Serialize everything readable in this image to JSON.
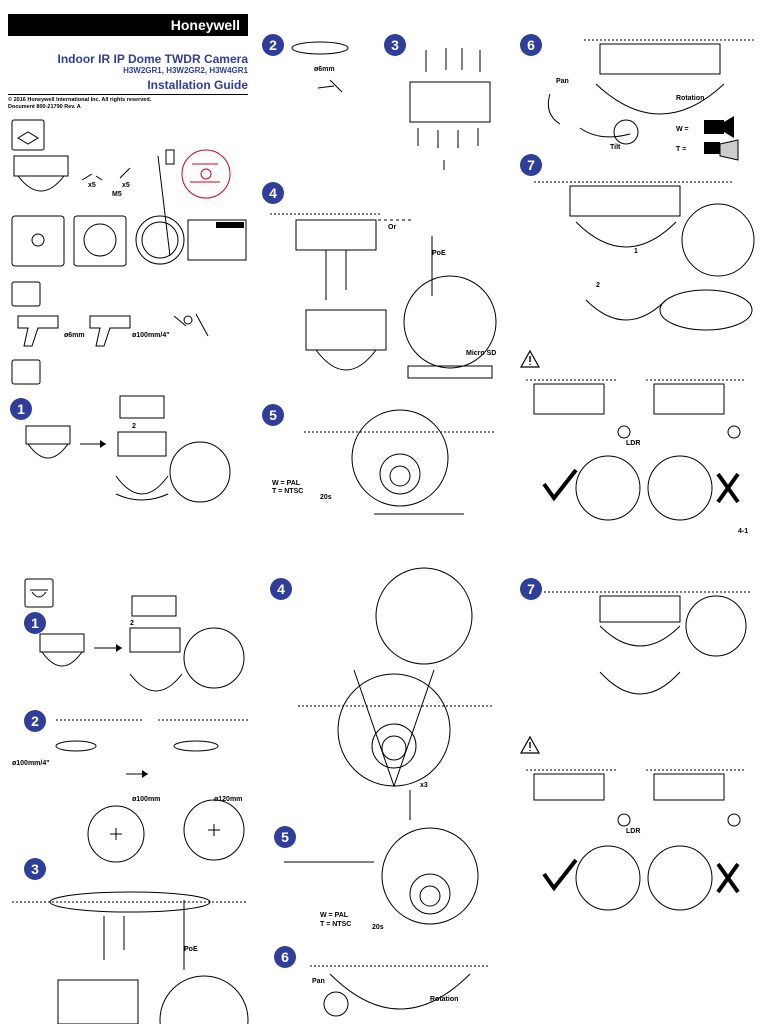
{
  "header": {
    "brand": "Honeywell",
    "title": "Indoor IR IP Dome TWDR Camera",
    "models": "H3W2GR1,  H3W2GR2, H3W4GR1",
    "subtitle": "Installation Guide",
    "copyright": "© 2016 Honeywell International Inc. All rights reserved.",
    "document": "Document 800-21790    Rev. A"
  },
  "steps": {
    "s1a": "1",
    "s2a": "2",
    "s3a": "3",
    "s4a": "4",
    "s5a": "5",
    "s6a": "6",
    "s7a": "7",
    "s1b": "1",
    "s2b": "2",
    "s3b": "3",
    "s4b": "4",
    "s5b": "5",
    "s6b": "6",
    "s7b": "7"
  },
  "labels": {
    "x5a": "x5",
    "x5b": "x5",
    "m5": "M5",
    "d6mm_tools": "ø6mm",
    "d100_tools": "ø100mm/4\"",
    "d6mm_s2": "ø6mm",
    "or": "Or",
    "poe_top": "PoE",
    "microsd": "Micro SD",
    "pal_top": "W = PAL",
    "ntsc_top": "T = NTSC",
    "twenty_top": "20s",
    "pan_top": "Pan",
    "rotation_top": "Rotation",
    "tilt_top": "Tilt",
    "w_eq": "W =",
    "t_eq": "T =",
    "ldr_top": "LDR",
    "page": "4-1",
    "d100_b": "ø100mm/4\"",
    "d100mm_b": "ø100mm",
    "d120mm_b": "ø120mm",
    "poe_b": "PoE",
    "x3": "x3",
    "pal_b": "W = PAL",
    "ntsc_b": "T = NTSC",
    "twenty_b": "20s",
    "pan_b": "Pan",
    "rotation_b": "Rotation",
    "ldr_b": "LDR",
    "num1": "1",
    "num2": "2"
  },
  "colors": {
    "step_blue": "#2f3e9a",
    "title_blue": "#2f3e9a",
    "brand_red": "#d0021b"
  }
}
